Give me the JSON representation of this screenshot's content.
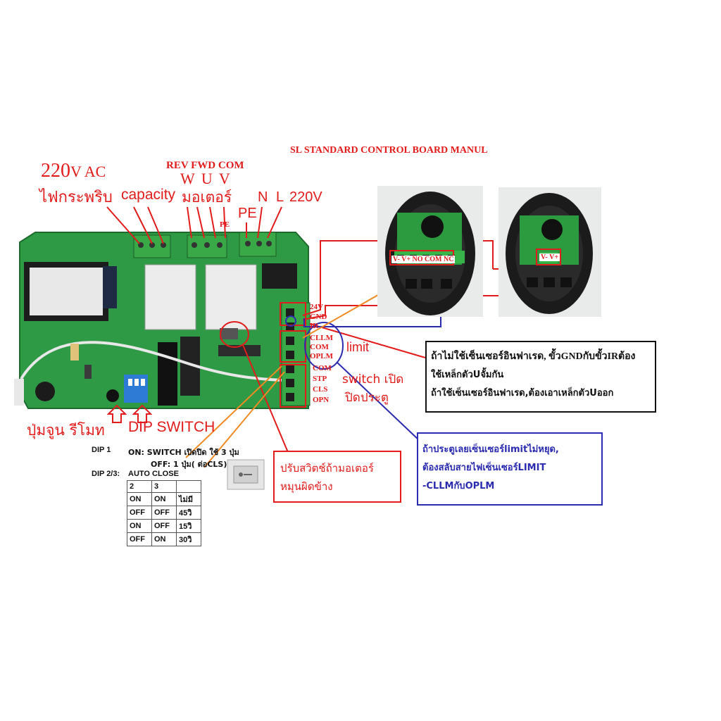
{
  "title": "SL  STANDARD CONTROL BOARD  MANUL",
  "top_labels": {
    "ac_220": "220",
    "ac_v": "V AC",
    "lamp": "ไฟกระพริบ",
    "capacity": "capacity",
    "rev_fwd_com": "REV FWD COM",
    "wuv": "W U V",
    "motor": "มอเตอร์",
    "pe_small": "PE",
    "pe": "PE",
    "n": "N",
    "l": "L",
    "v220": "220V"
  },
  "terminals": {
    "v24": "24V",
    "gnd": "GND",
    "ir": "IR",
    "cllm": "CLLM",
    "com1": "COM",
    "oplm": "OPLM",
    "com2": "COM",
    "stp": "STP",
    "cls": "CLS",
    "opn": "OPN"
  },
  "side_labels": {
    "limit": "limit",
    "switch_line1": "switch เปิด",
    "switch_line2": "ปิดประตู"
  },
  "sensor_labels": {
    "left_terms": "V- V+ NO COM NC",
    "right_terms": "V- V+"
  },
  "bottom_labels": {
    "remote_button": "ปุ่มจูน รีโมท",
    "dip_switch": "DIP SWITCH"
  },
  "notes": {
    "ir_note_line1": "ถ้าไม่ใช้เซ็นเซอร์อินฟาเรด, ขั้วGNDกับขั้วIRต้อง",
    "ir_note_line2": "ใช้เหล็กตัวUจั้มกัน",
    "ir_note_line3": "ถ้าใช้เซ็นเซอร์อินฟาเรด,ต้องเอาเหล็กตัวUออก",
    "limit_note_line1": "ถ้าประตูเลยเซ็นเซอร์limitไม่หยุด,",
    "limit_note_line2": "ต้องสลับสายไฟเซ็นเซอร์LIMIT",
    "limit_note_line3": "-CLLMกับOPLM",
    "motor_note_line1": "ปรับสวิตช์ถ้ามอเตอร์",
    "motor_note_line2": "หมุนผิดข้าง"
  },
  "dip": {
    "dip1_label": "DIP 1",
    "dip1_on": "ON:  SWITCH เปิดปิด ใช้ 3 ปุ่ม",
    "dip1_off": "OFF: 1 ปุ่ม( ต่อCLS)กับcom",
    "dip23_label": "DIP 2/3:",
    "dip23_title": "AUTO CLOSE",
    "table": {
      "header": [
        "2",
        "3",
        ""
      ],
      "rows": [
        [
          "ON",
          "ON",
          "ไม่มี"
        ],
        [
          "OFF",
          "OFF",
          "45วิ"
        ],
        [
          "ON",
          "OFF",
          "15วิ"
        ],
        [
          "OFF",
          "ON",
          "30วิ"
        ]
      ]
    }
  },
  "colors": {
    "label_red": "#e21b1b",
    "note_blue": "#2b2bb0",
    "pcb_green": "#2f9a45",
    "orange_line": "#f08a24"
  }
}
